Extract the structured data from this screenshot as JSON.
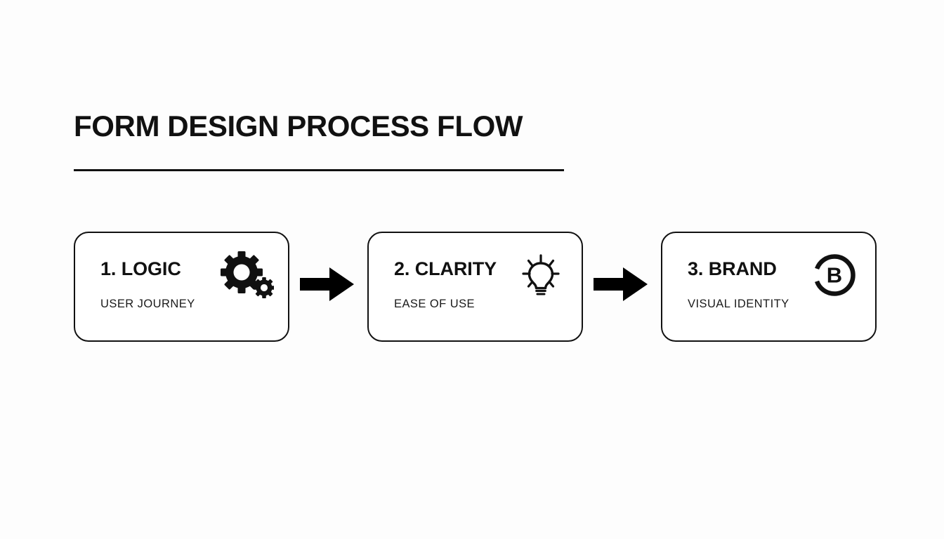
{
  "slide": {
    "background_color": "#fdfdfd",
    "ink_color": "#111111"
  },
  "header": {
    "title": "FORM DESIGN PROCESS FLOW",
    "rule": "horizontal-divider"
  },
  "flow": {
    "connector_icon": "arrow-right-icon",
    "steps": [
      {
        "heading": "1. LOGIC",
        "subtitle": "USER JOURNEY",
        "icon": "gears-icon"
      },
      {
        "heading": "2. CLARITY",
        "subtitle": "EASE OF USE",
        "icon": "lightbulb-icon"
      },
      {
        "heading": "3. BRAND",
        "subtitle": "VISUAL IDENTITY",
        "icon": "brand-badge-b-icon"
      }
    ]
  }
}
